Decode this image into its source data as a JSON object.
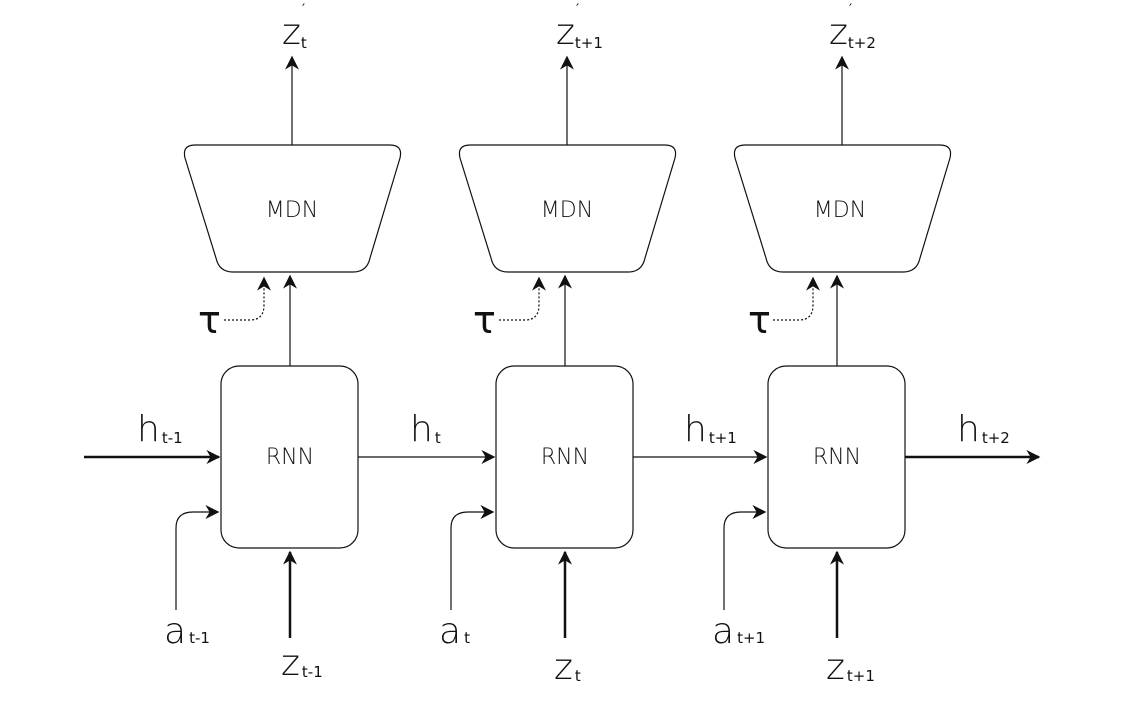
{
  "colors": {
    "stroke": "#111111",
    "background": "#ffffff"
  },
  "blocks": [
    {
      "mdn_label": "MDN",
      "rnn_label": "RNN",
      "tau": "τ",
      "output": {
        "base": "z",
        "prime": "′",
        "sub": "t"
      },
      "hidden_in": {
        "base": "h",
        "sub": "t-1"
      },
      "action": {
        "base": "a",
        "sub": "t-1"
      },
      "latent": {
        "base": "z",
        "sub": "t-1"
      }
    },
    {
      "mdn_label": "MDN",
      "rnn_label": "RNN",
      "tau": "τ",
      "output": {
        "base": "z",
        "prime": "′",
        "sub": "t+1"
      },
      "hidden_in": {
        "base": "h",
        "sub": "t"
      },
      "action": {
        "base": "a",
        "sub": "t"
      },
      "latent": {
        "base": "z",
        "sub": "t"
      }
    },
    {
      "mdn_label": "MDN",
      "rnn_label": "RNN",
      "tau": "τ",
      "output": {
        "base": "z",
        "prime": "′",
        "sub": "t+2"
      },
      "hidden_in": {
        "base": "h",
        "sub": "t+1"
      },
      "action": {
        "base": "a",
        "sub": "t+1"
      },
      "latent": {
        "base": "z",
        "sub": "t+1"
      }
    }
  ],
  "hidden_out": {
    "base": "h",
    "sub": "t+2"
  }
}
